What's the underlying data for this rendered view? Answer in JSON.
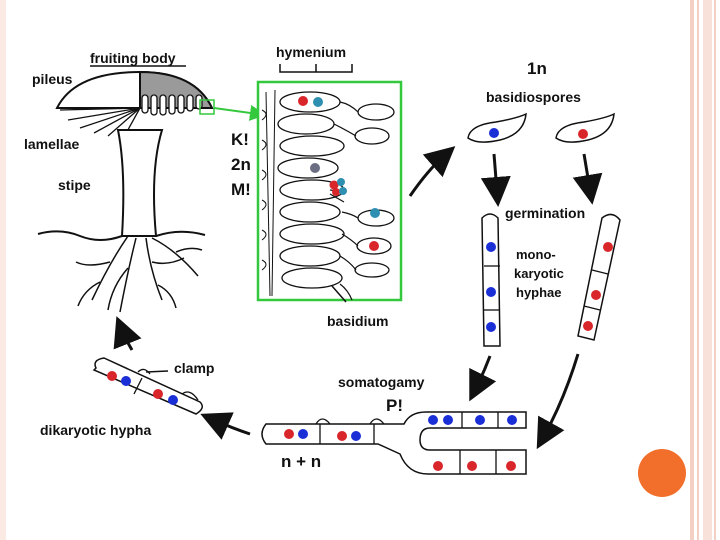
{
  "labels": {
    "fruiting_body": "fruiting body",
    "hymenium": "hymenium",
    "pileus": "pileus",
    "lamellae": "lamellae",
    "stipe": "stipe",
    "k": "K!",
    "two_n": "2n",
    "m": "M!",
    "basidium": "basidium",
    "one_n": "1n",
    "basidiospores": "basidiospores",
    "germination": "germination",
    "mono_1": "mono-",
    "mono_2": "karyotic",
    "mono_3": "hyphae",
    "clamp": "clamp",
    "dikaryotic_hypha": "dikaryotic hypha",
    "somatogamy": "somatogamy",
    "p": "P!",
    "n_plus_n": "n + n"
  },
  "colors": {
    "nucleus_red": "#d9262b",
    "nucleus_blue": "#1b2fd6",
    "nucleus_teal": "#2f8fb0",
    "nucleus_gray": "#6b6e82",
    "hymenium_box": "#34c83c",
    "accent_orange": "#f26f2b"
  }
}
